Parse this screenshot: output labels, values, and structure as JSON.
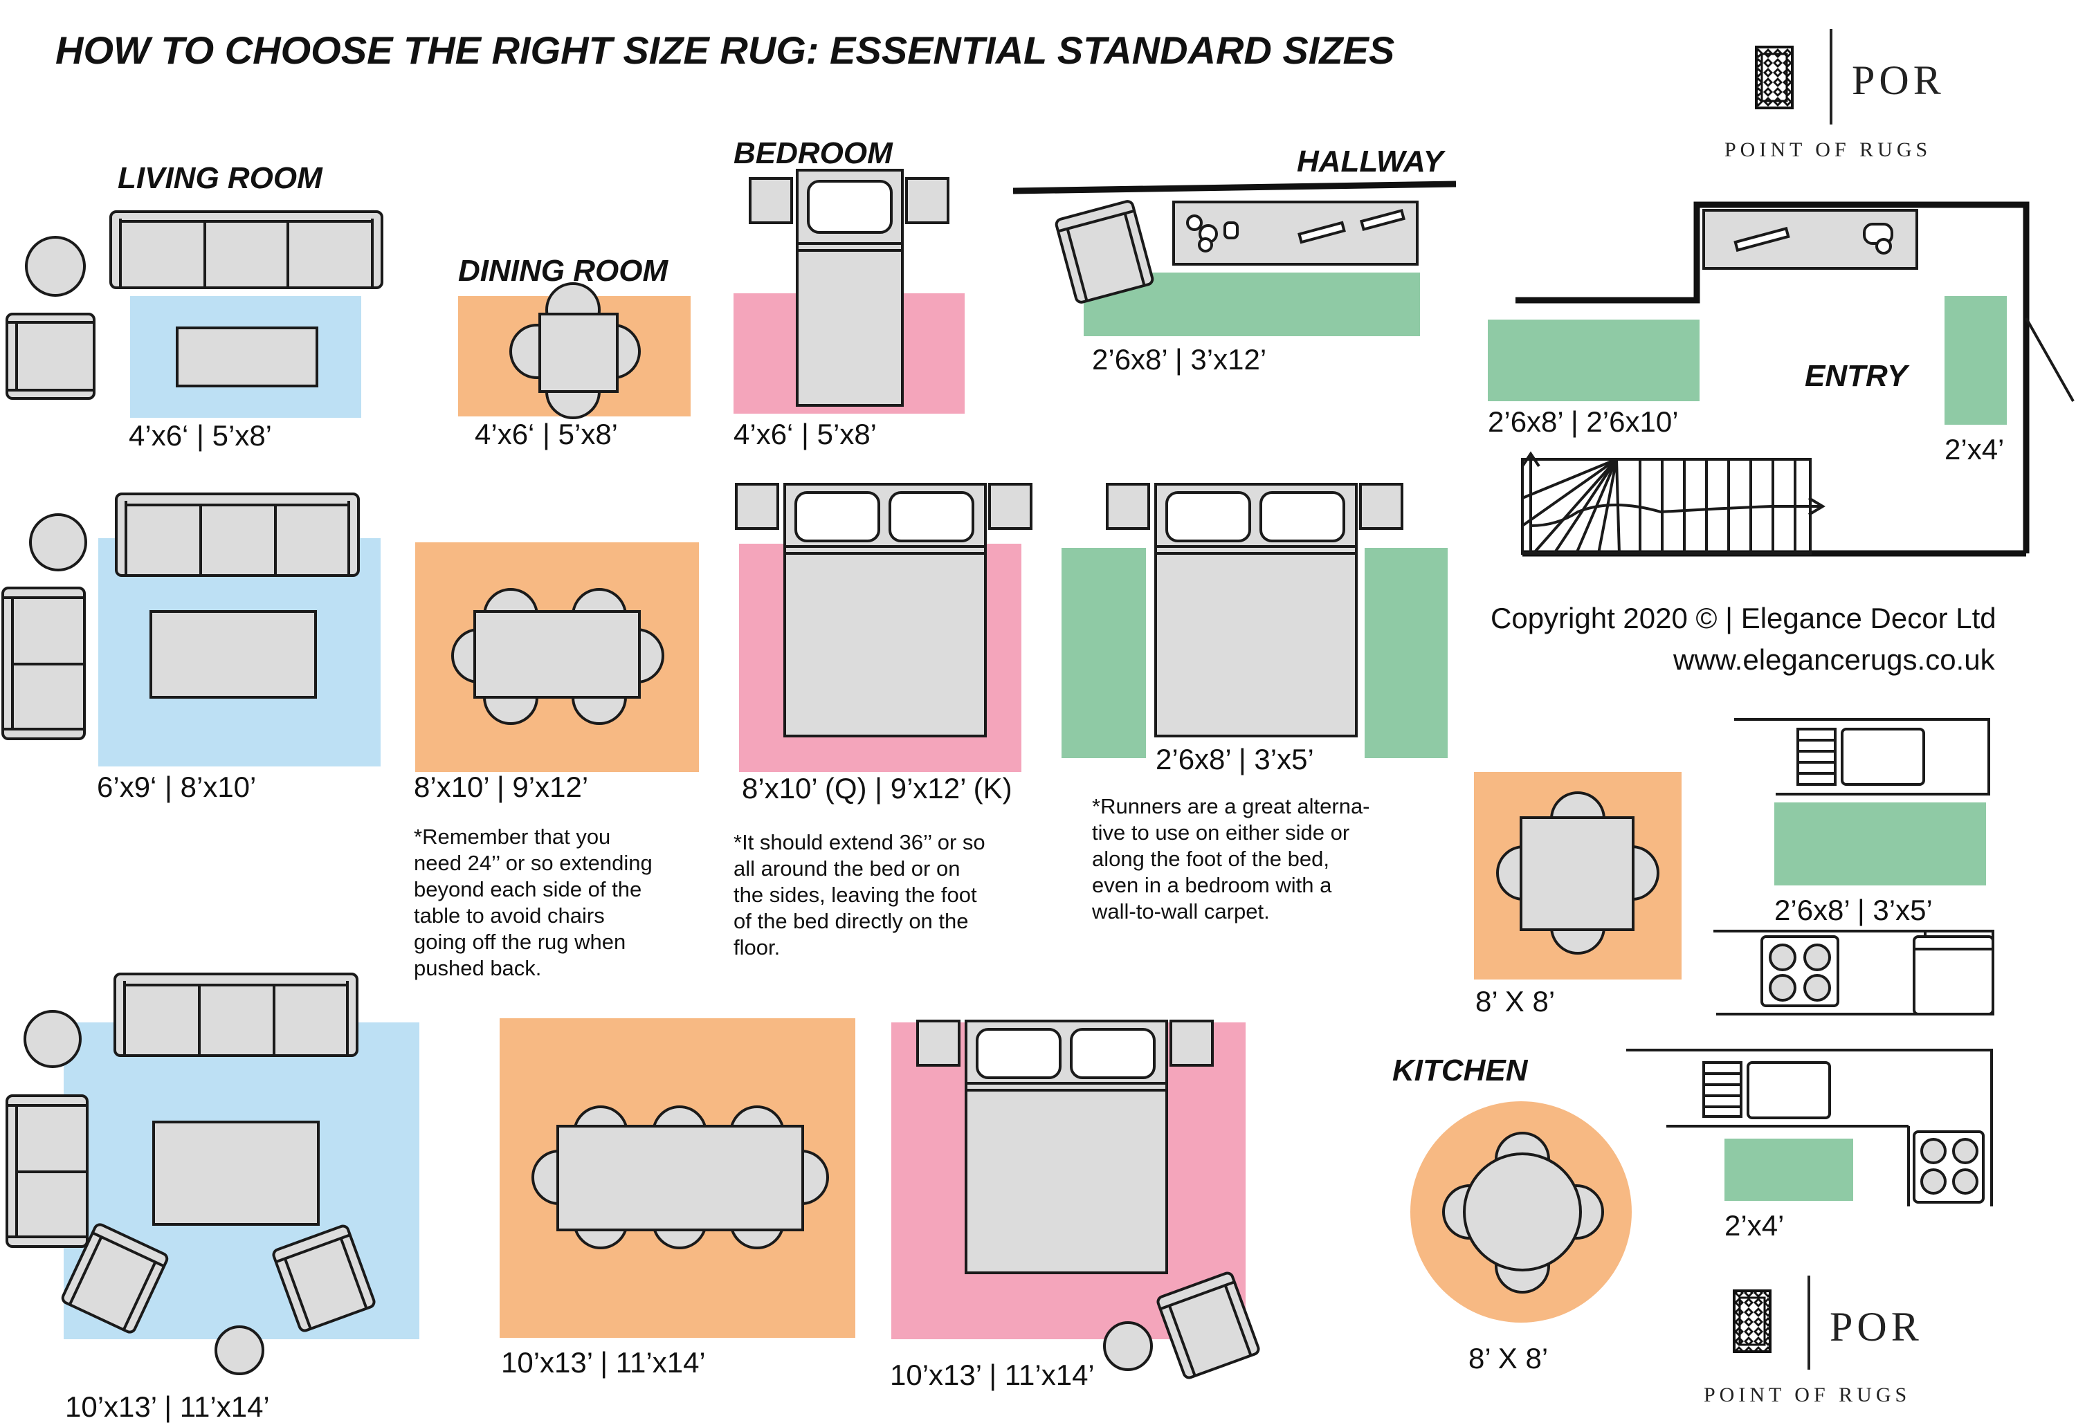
{
  "title": "HOW TO CHOOSE THE RIGHT SIZE RUG: ESSENTIAL STANDARD SIZES",
  "colors": {
    "living": "#bde0f4",
    "dining": "#f7b983",
    "bedroom": "#f4a5bb",
    "runner": "#8fcaa5",
    "furniture": "#dcdcdc",
    "outline": "#1a1a1a"
  },
  "sections": {
    "living": "LIVING ROOM",
    "dining": "DINING ROOM",
    "bedroom": "BEDROOM",
    "hallway": "HALLWAY",
    "entry": "ENTRY",
    "kitchen": "KITCHEN"
  },
  "sizes": {
    "living_small": "4’x6‘  |  5’x8’",
    "living_medium": "6’x9‘  |  8’x10’",
    "living_large": "10’x13’  |  11’x14’",
    "dining_small": "4’x6‘  |  5’x8’",
    "dining_medium": "8’x10’  |  9’x12’",
    "dining_large": "10’x13’  |  11’x14’",
    "bedroom_small": "4’x6‘  |  5’x8’",
    "bedroom_medium": "8’x10’ (Q)  |  9’x12’ (K)",
    "bedroom_large": "10’x13’  |  11’x14’",
    "bedroom_runners": "2’6x8’  |  3’x5’",
    "hallway": "2’6x8’  |  3’x12’",
    "entry_runner": "2’6x8’  |  2’6x10’",
    "entry_small": "2’x4’",
    "kitchen_square": "8’ X 8’",
    "kitchen_runner": "2’6x8’  |  3’x5’",
    "kitchen_round": "8’ X 8’",
    "kitchen_small": "2’x4’"
  },
  "notes": {
    "dining": [
      "*Remember that you",
      "need 24’’ or so extending",
      "beyond each side of the",
      "table to avoid chairs",
      "going off the rug when",
      "pushed back."
    ],
    "bedroom": [
      "*It should extend 36’’ or so",
      "all around the bed or on",
      "the sides, leaving the foot",
      "of the bed directly on the",
      "floor."
    ],
    "runners": [
      "*Runners are a great alterna-",
      "tive to use on either side or",
      "along the foot of the bed,",
      "even in a bedroom with a",
      "wall-to-wall carpet."
    ]
  },
  "copyright": {
    "line1": "Copyright 2020 © | Elegance Decor Ltd",
    "line2": "www.elegancerugs.co.uk"
  },
  "logo": {
    "mark": "POR",
    "name": "POINT OF RUGS",
    "icon": "rug-logo-icon"
  }
}
